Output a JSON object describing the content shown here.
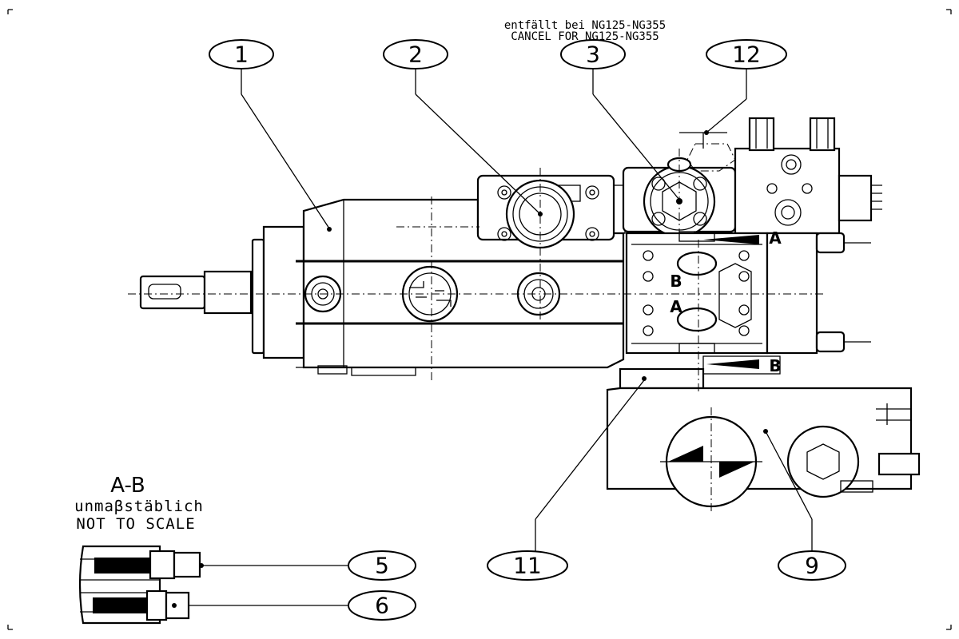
{
  "header_note": {
    "line1": "entfällt bei NG125-NG355",
    "line2": "CANCEL FOR NG125-NG355"
  },
  "balloons": {
    "b1": "1",
    "b2": "2",
    "b3": "3",
    "b12": "12",
    "b5": "5",
    "b6": "6",
    "b11": "11",
    "b9": "9"
  },
  "port_labels": {
    "a_upper": "A",
    "b_lower": "B",
    "b_side": "B",
    "a_side": "A"
  },
  "section_view": {
    "title": "A-B",
    "subtitle_de": "unmaβstäblich",
    "subtitle_en": "NOT TO SCALE"
  }
}
